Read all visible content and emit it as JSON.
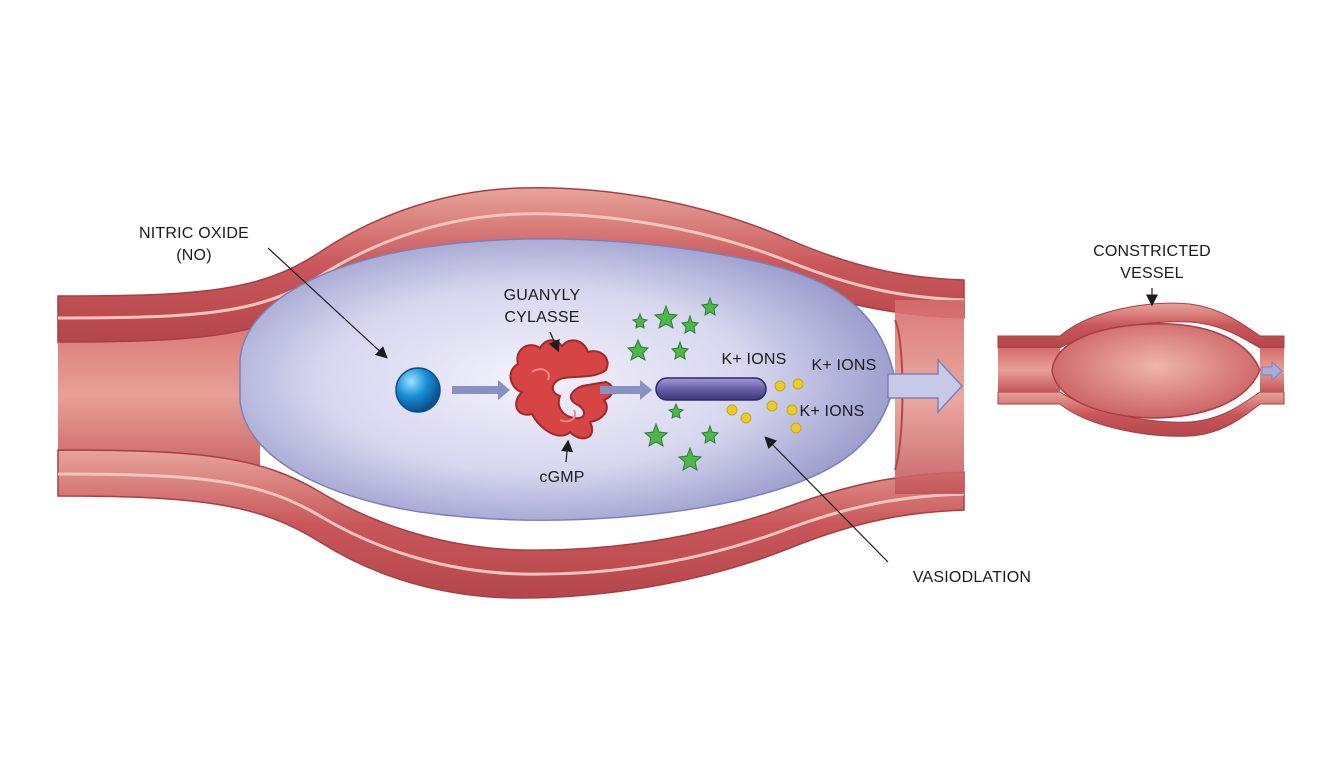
{
  "labels": {
    "nitric_oxide_line1": "NITRIC OXIDE",
    "nitric_oxide_line2": "(NO)",
    "guanylyl_line1": "GUANYLY",
    "guanylyl_line2": "CYLASSE",
    "cgmp": "cGMP",
    "k_ions_1": "K+ IONS",
    "k_ions_2": "K+ IONS",
    "k_ions_3": "K+ IONS",
    "vasodilation": "VASIODLATION",
    "constricted_line1": "CONSTRICTED",
    "constricted_line2": "VESSEL"
  },
  "colors": {
    "vessel_wall": "#c9575a",
    "vessel_wall_light": "#e6a39a",
    "vessel_inner": "#e9bfb3",
    "lumen_blue": "#aeb2dc",
    "molecule_blue": "#1a8fd8",
    "enzyme_red": "#d64444",
    "channel_purple": "#6a5fa8",
    "star_green": "#4cb84a",
    "ion_yellow": "#e8cc2e",
    "arrow": "#8a90c2",
    "label_text": "#1b1b1b"
  }
}
